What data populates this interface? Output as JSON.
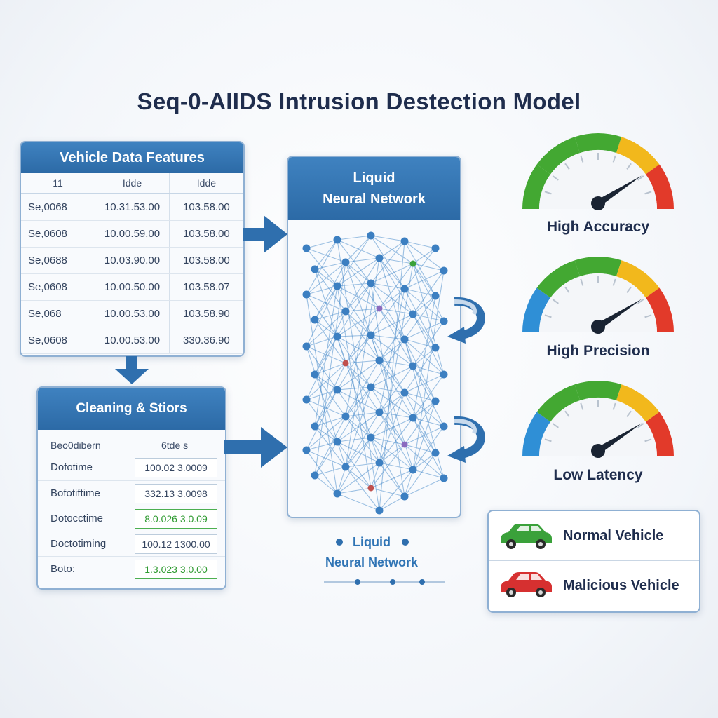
{
  "title": "Seq-0-AIIDS Intrusion Destection Model",
  "features": {
    "header": "Vehicle Data Features",
    "columns": [
      "11",
      "Idde",
      "Idde"
    ],
    "rows": [
      [
        "Se,0068",
        "10.31.53.00",
        "103.58.00"
      ],
      [
        "Se,0608",
        "10.00.59.00",
        "103.58.00"
      ],
      [
        "Se,0688",
        "10.03.90.00",
        "103.58.00"
      ],
      [
        "Se,0608",
        "10.00.50.00",
        "103.58.07"
      ],
      [
        "Se,068",
        "10.00.53.00",
        "103.58.90"
      ],
      [
        "Se,0608",
        "10.00.53.00",
        "330.36.90"
      ]
    ]
  },
  "cleaning": {
    "header": "Cleaning & Stiors",
    "columns": [
      "Beo0dibern",
      "6tde s"
    ],
    "rows": [
      {
        "key": "Dofotime",
        "value": "100.02 3.0009",
        "highlight": false
      },
      {
        "key": "Bofotiftime",
        "value": "332.13 3.0098",
        "highlight": false
      },
      {
        "key": "Dotocctime",
        "value": "8.0.026 3.0.09",
        "highlight": true
      },
      {
        "key": "Doctotiming",
        "value": "100.12 1300.00",
        "highlight": false
      },
      {
        "key": "Boto:",
        "value": "1.3.023 3.0.00",
        "highlight": true
      }
    ]
  },
  "network": {
    "header_line1": "Liquid",
    "header_line2": "Neural Network",
    "caption_line1": "Liquid",
    "caption_line2": "Neural Network"
  },
  "gauges": [
    {
      "label": "High Accuracy",
      "value": 0.82
    },
    {
      "label": "High Precision",
      "value": 0.82
    },
    {
      "label": "Low Latency",
      "value": 0.82
    }
  ],
  "legend": [
    {
      "label": "Normal Vehicle",
      "color": "#3aa13a",
      "icon": "car-icon"
    },
    {
      "label": "Malicious Vehicle",
      "color": "#d63030",
      "icon": "car-icon"
    }
  ],
  "colors": {
    "primary": "#2f6fae",
    "node": "#3c7fc1",
    "gauge_green": "#43a832",
    "gauge_yellow": "#f2b81c",
    "gauge_red": "#e23a2a",
    "gauge_blue": "#2f8fd6"
  }
}
